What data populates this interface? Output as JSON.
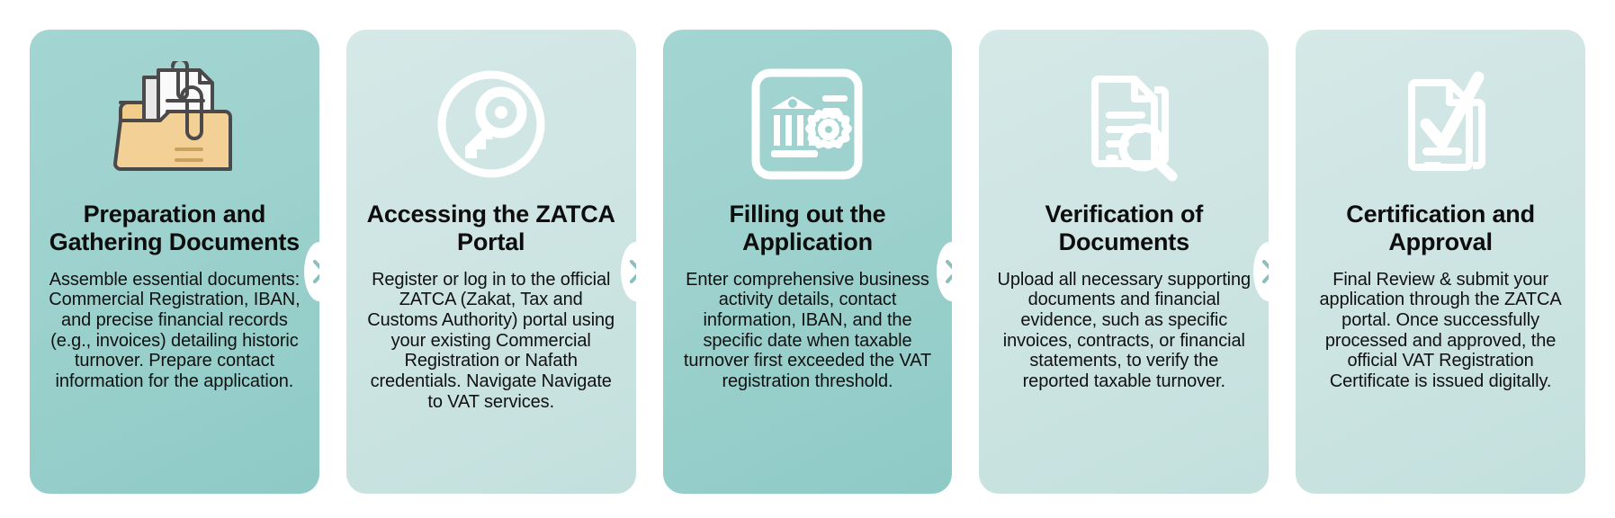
{
  "diagram": {
    "type": "horizontal-process-flow",
    "step_count": 5,
    "connector_icon": "chevron-right-icon",
    "colors": {
      "card_strong": "#9ed2ce",
      "card_light": "#cee5e3",
      "icon_white": "#ffffff",
      "folder_yellow": "#f2cd8a",
      "paper_white": "#f4f4f4",
      "outline_dark": "#4a4a4a",
      "chevron_teal": "#8cbfbc",
      "title_text": "#0d0d0d",
      "body_text": "#111111",
      "page_background": "#ffffff"
    },
    "steps": [
      {
        "index": 1,
        "tone": "strong",
        "icon": "folder-with-documents-icon",
        "title": "Preparation and Gathering Documents",
        "body": "Assemble essential documents: Commercial Registration, IBAN, and precise financial records (e.g., invoices) detailing historic turnover. Prepare contact information for the application."
      },
      {
        "index": 2,
        "tone": "light",
        "icon": "key-in-circle-icon",
        "title": "Accessing the ZATCA Portal",
        "body": "Register or log in to the official ZATCA (Zakat, Tax and Customs Authority) portal using your existing Commercial Registration or Nafath credentials. Navigate Navigate to VAT services."
      },
      {
        "index": 3,
        "tone": "strong",
        "icon": "bank-form-with-gear-icon",
        "title": "Filling out the Application",
        "body": "Enter comprehensive business activity details, contact information, IBAN, and the specific date when taxable turnover first exceeded the VAT registration threshold."
      },
      {
        "index": 4,
        "tone": "light",
        "icon": "document-with-magnifier-icon",
        "title": "Verification of Documents",
        "body": "Upload all necessary supporting documents and financial evidence, such as specific invoices, contracts, or financial statements, to verify the reported taxable turnover."
      },
      {
        "index": 5,
        "tone": "light",
        "icon": "document-with-checkmark-icon",
        "title": "Certification and Approval",
        "body": "Final Review & submit your application through the ZATCA portal. Once successfully processed and approved, the official VAT Registration Certificate is issued digitally."
      }
    ]
  }
}
